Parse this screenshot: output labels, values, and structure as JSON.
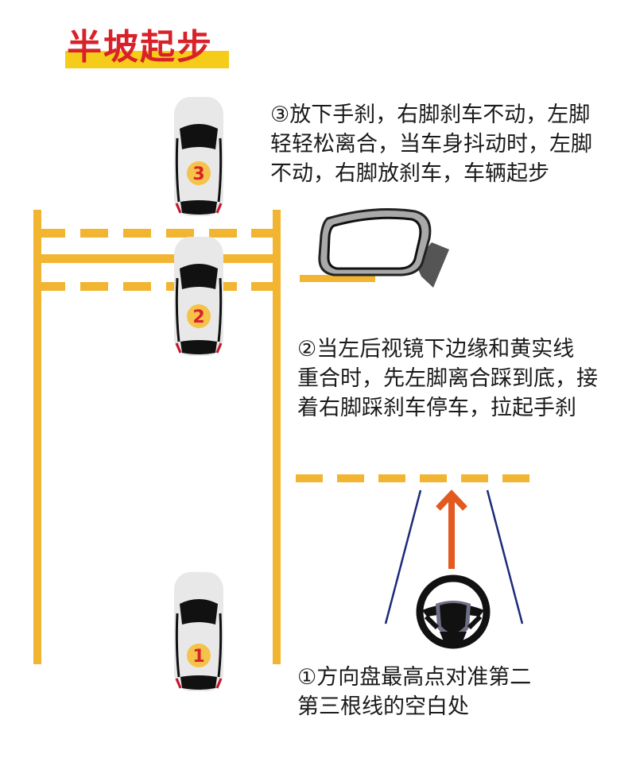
{
  "title": "半坡起步",
  "colors": {
    "title_text": "#d9212a",
    "title_highlight": "#f5cc1a",
    "lane_yellow": "#f2b531",
    "badge_fill": "#f5c24a",
    "badge_text": "#d9212a",
    "car_body": "#e8e8e8",
    "car_glass": "#111111",
    "arrow": "#e35a1f",
    "guide_lines": "#1c2a7a",
    "mirror_frame": "#a9a9a9",
    "mirror_mount": "#555555"
  },
  "steps": [
    {
      "number": "1",
      "badge": "①",
      "lines": [
        "①方向盘最高点对准第二",
        "第三根线的空白处"
      ]
    },
    {
      "number": "2",
      "badge": "②",
      "lines": [
        "②当左后视镜下边缘和黄实线",
        "重合时，先左脚离合踩到底，接",
        "着右脚踩刹车停车，拉起手刹"
      ]
    },
    {
      "number": "3",
      "badge": "③",
      "lines": [
        "③放下手刹，右脚刹车不动，左脚",
        "轻轻松离合，当车身抖动时，左脚",
        "不动，右脚放刹车，车辆起步"
      ]
    }
  ],
  "cars": [
    {
      "label": "1"
    },
    {
      "label": "2"
    },
    {
      "label": "3"
    }
  ],
  "icons": {
    "mirror": "side-mirror-icon",
    "steering_wheel": "steering-wheel-icon",
    "arrow": "arrow-up-icon"
  }
}
